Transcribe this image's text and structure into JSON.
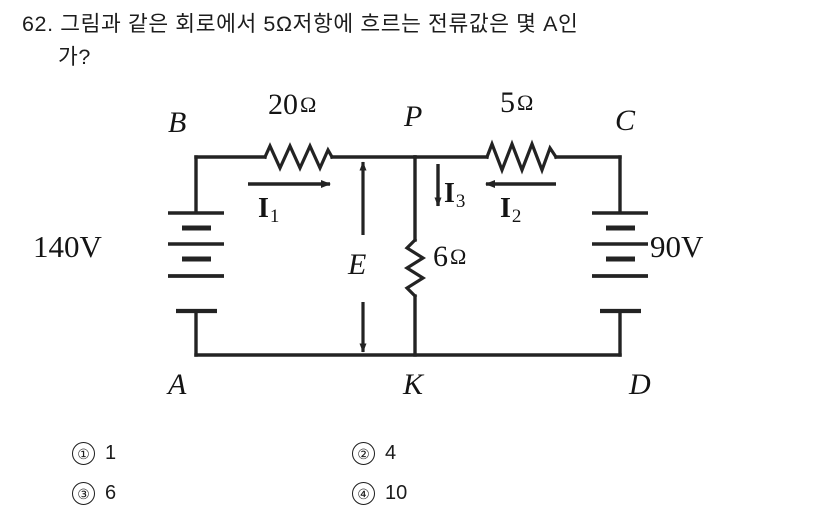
{
  "question": {
    "number": "62.",
    "line1": "62. 그림과 같은 회로에서 5Ω저항에 흐르는 전류값은 몇 A인",
    "line2": "가?"
  },
  "figure": {
    "type": "electrical-circuit-schematic",
    "nodes": [
      {
        "id": "B",
        "label": "B"
      },
      {
        "id": "P",
        "label": "P"
      },
      {
        "id": "C",
        "label": "C"
      },
      {
        "id": "A",
        "label": "A"
      },
      {
        "id": "K",
        "label": "K"
      },
      {
        "id": "D",
        "label": "D"
      },
      {
        "id": "E",
        "label": "E"
      }
    ],
    "resistors": [
      {
        "id": "r20",
        "value": "20",
        "unit": "Ω",
        "orientation": "horizontal",
        "branch": "B-P"
      },
      {
        "id": "r5",
        "value": "5",
        "unit": "Ω",
        "orientation": "horizontal",
        "branch": "P-C"
      },
      {
        "id": "r6",
        "value": "6",
        "unit": "Ω",
        "orientation": "vertical",
        "branch": "P-K"
      }
    ],
    "sources": [
      {
        "id": "src140",
        "value": "140V",
        "orientation": "vertical",
        "branch": "B-A"
      },
      {
        "id": "src90",
        "value": "90V",
        "orientation": "vertical",
        "branch": "C-D"
      }
    ],
    "currents": [
      {
        "id": "I1",
        "label": "I",
        "sub": "1",
        "direction": "right"
      },
      {
        "id": "I2",
        "label": "I",
        "sub": "2",
        "direction": "left"
      },
      {
        "id": "I3",
        "label": "I",
        "sub": "3",
        "direction": "down"
      }
    ]
  },
  "choices": [
    {
      "num": "①",
      "text": "1"
    },
    {
      "num": "②",
      "text": "4"
    },
    {
      "num": "③",
      "text": "6"
    },
    {
      "num": "④",
      "text": "10"
    }
  ],
  "colors": {
    "background": "#ffffff",
    "ink": "#1c1c1c",
    "wire": "#232323"
  }
}
